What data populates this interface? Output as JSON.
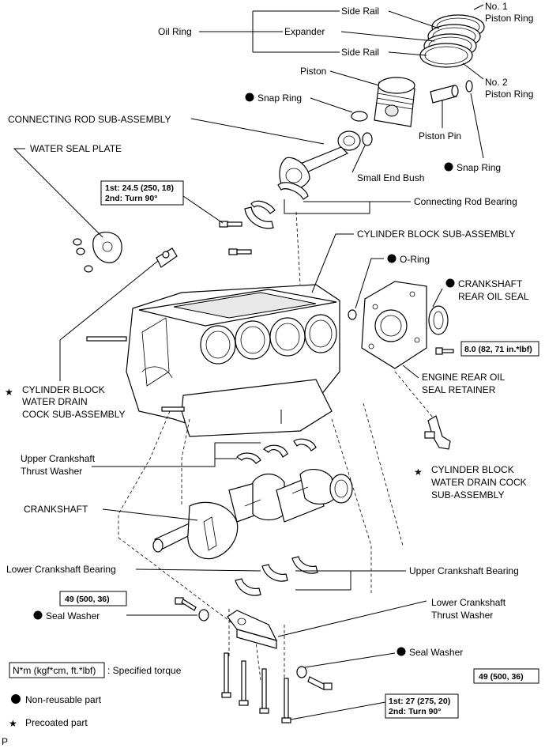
{
  "labels": {
    "side_rail_top": "Side Rail",
    "no1_ring_1": "No. 1",
    "no1_ring_2": "Piston Ring",
    "oil_ring": "Oil Ring",
    "expander": "Expander",
    "side_rail_bottom": "Side Rail",
    "piston": "Piston",
    "no2_ring_1": "No. 2",
    "no2_ring_2": "Piston Ring",
    "snap_ring_left": "Snap Ring",
    "connecting_rod": "CONNECTING ROD SUB-ASSEMBLY",
    "piston_pin": "Piston Pin",
    "snap_ring_right": "Snap Ring",
    "water_seal_plate": "WATER SEAL PLATE",
    "small_end_bush": "Small End Bush",
    "conrod_bearing": "Connecting Rod Bearing",
    "cylinder_block": "CYLINDER BLOCK SUB-ASSEMBLY",
    "o_ring": "O-Ring",
    "crank_rear_seal_1": "CRANKSHAFT",
    "crank_rear_seal_2": "REAR OIL SEAL",
    "rear_retainer_1": "ENGINE REAR OIL",
    "rear_retainer_2": "SEAL RETAINER",
    "drain_cock_left_1": "CYLINDER BLOCK",
    "drain_cock_left_2": "WATER DRAIN",
    "drain_cock_left_3": "COCK SUB-ASSEMBLY",
    "upper_thrust_1": "Upper Crankshaft",
    "upper_thrust_2": "Thrust Washer",
    "drain_cock_right_1": "CYLINDER BLOCK",
    "drain_cock_right_2": "WATER DRAIN COCK",
    "drain_cock_right_3": "SUB-ASSEMBLY",
    "crankshaft": "CRANKSHAFT",
    "lower_bearing": "Lower Crankshaft Bearing",
    "upper_bearing": "Upper Crankshaft Bearing",
    "seal_washer_left": "Seal Washer",
    "lower_thrust_1": "Lower Crankshaft",
    "lower_thrust_2": "Thrust Washer",
    "seal_washer_right": "Seal Washer"
  },
  "torques": {
    "conrod_1": "1st: 24.5 (250, 18)",
    "conrod_2": "2nd: Turn 90°",
    "retainer": "8.0 (82, 71 in.*lbf)",
    "bolt_left": "49 (500, 36)",
    "bolt_right": "49 (500, 36)",
    "main_1": "1st: 27 (275, 20)",
    "main_2": "2nd: Turn 90°"
  },
  "legend": {
    "unit_box": "N*m (kgf*cm, ft.*lbf)",
    "unit_desc": ": Specified torque",
    "non_reusable": "Non-reusable part",
    "precoated": "Precoated part"
  },
  "footer": {
    "code": "P"
  }
}
